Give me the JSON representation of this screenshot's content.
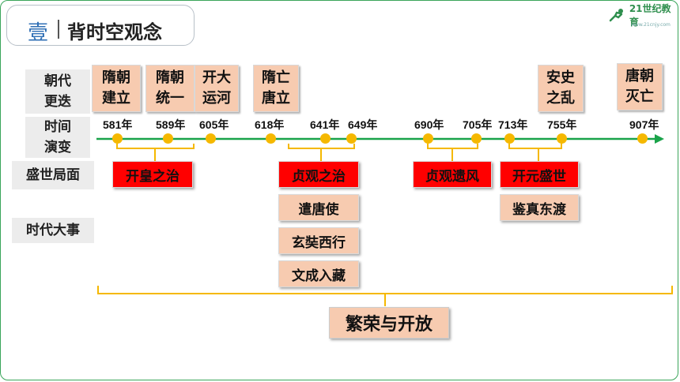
{
  "header": {
    "number": "壹",
    "title": "背时空观念"
  },
  "logo": {
    "text": "21世纪教育",
    "sub": "www.21cnjy.com"
  },
  "row_labels": {
    "dynasty": "朝代\n更迭",
    "time": "时间\n演变",
    "prosperity": "盛世局面",
    "events": "时代大事"
  },
  "dynasty_events": [
    {
      "text": "隋朝\n建立"
    },
    {
      "text": "隋朝\n统一"
    },
    {
      "text": "开大\n运河"
    },
    {
      "text": "隋亡\n唐立"
    },
    {
      "text": "安史\n之乱"
    },
    {
      "text": "唐朝\n灭亡"
    }
  ],
  "years": [
    "581年",
    "589年",
    "605年",
    "618年",
    "641年",
    "649年",
    "690年",
    "705年",
    "713年",
    "755年",
    "907年"
  ],
  "prosperity": [
    "开皇之治",
    "贞观之治",
    "贞观遗风",
    "开元盛世"
  ],
  "major_events": [
    "遣唐使",
    "玄奘西行",
    "文成入藏",
    "鉴真东渡"
  ],
  "conclusion": "繁荣与开放",
  "colors": {
    "timeline": "#1aa34a",
    "bracket": "#f5b800",
    "event_fill": "#f7cbb0",
    "highlight": "#ff0000"
  }
}
